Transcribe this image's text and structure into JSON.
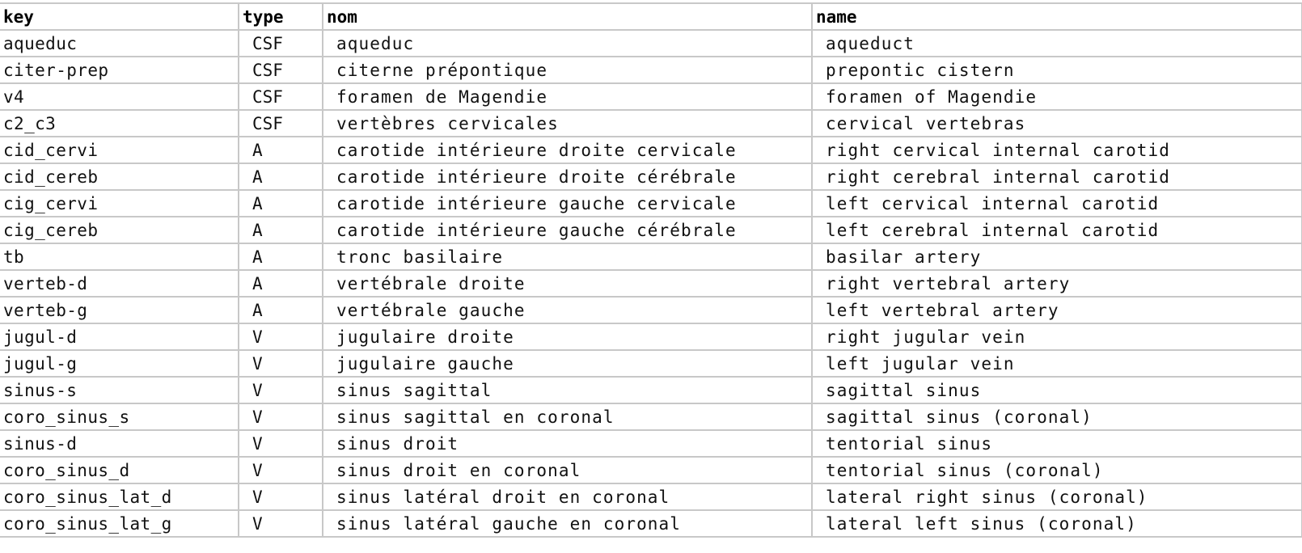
{
  "table": {
    "headers": [
      "key",
      "type",
      "nom",
      "name"
    ],
    "rows": [
      [
        "aqueduc",
        "CSF",
        "aqueduc",
        "aqueduct"
      ],
      [
        "citer-prep",
        "CSF",
        "citerne prépontique",
        "prepontic cistern"
      ],
      [
        "v4",
        "CSF",
        "foramen de Magendie",
        "foramen of Magendie"
      ],
      [
        "c2_c3",
        "CSF",
        "vertèbres cervicales",
        "cervical vertebras"
      ],
      [
        "cid_cervi",
        "A",
        "carotide intérieure droite cervicale",
        "right cervical internal carotid"
      ],
      [
        "cid_cereb",
        "A",
        "carotide intérieure droite cérébrale",
        "right cerebral internal carotid"
      ],
      [
        "cig_cervi",
        "A",
        "carotide intérieure gauche cervicale",
        "left cervical internal carotid"
      ],
      [
        "cig_cereb",
        "A",
        "carotide intérieure gauche cérébrale",
        "left cerebral internal carotid"
      ],
      [
        "tb",
        "A",
        "tronc basilaire",
        "basilar artery"
      ],
      [
        "verteb-d",
        "A",
        "vertébrale droite",
        "right vertebral artery"
      ],
      [
        "verteb-g",
        "A",
        "vertébrale gauche",
        "left vertebral artery"
      ],
      [
        "jugul-d",
        "V",
        "jugulaire droite",
        "right jugular vein"
      ],
      [
        "jugul-g",
        "V",
        "jugulaire gauche",
        "left jugular vein"
      ],
      [
        "sinus-s",
        "V",
        "sinus sagittal",
        "sagittal sinus"
      ],
      [
        "coro_sinus_s",
        "V",
        "sinus sagittal en coronal",
        "sagittal sinus (coronal)"
      ],
      [
        "sinus-d",
        "V",
        "sinus droit",
        "tentorial sinus"
      ],
      [
        "coro_sinus_d",
        "V",
        "sinus droit en coronal",
        "tentorial sinus (coronal)"
      ],
      [
        "coro_sinus_lat_d",
        "V",
        "sinus latéral droit en coronal",
        "lateral right sinus (coronal)"
      ],
      [
        "coro_sinus_lat_g",
        "V",
        "sinus latéral gauche en coronal",
        "lateral left sinus (coronal)"
      ]
    ]
  }
}
